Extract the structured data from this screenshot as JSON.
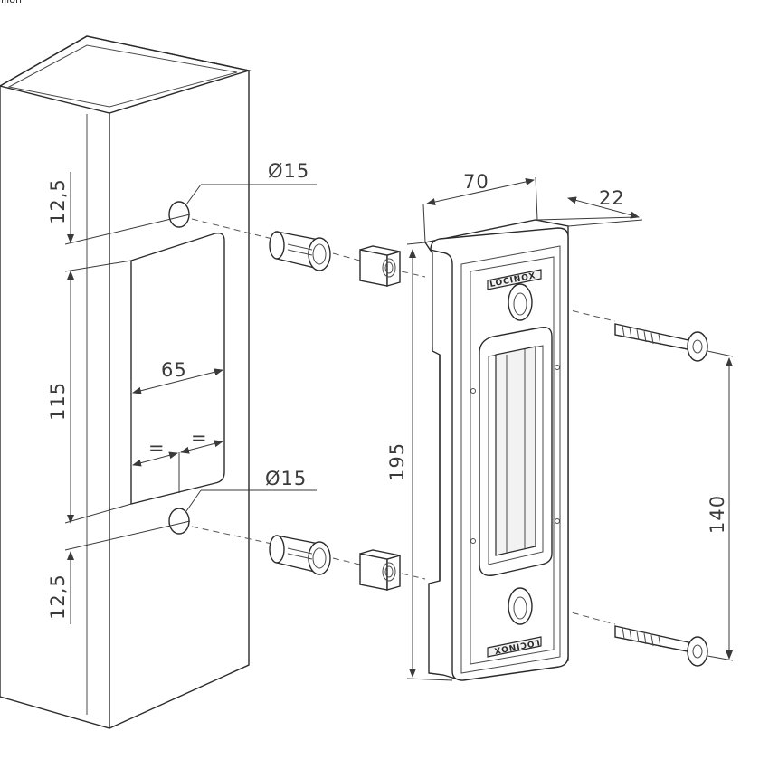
{
  "header_fragment": "illion",
  "brand_mark": "LOCINOX",
  "colors": {
    "line": "#2b2b2b",
    "background": "#ffffff",
    "dimension": "#3a3a3a"
  },
  "dimensions": {
    "hole_top_diameter": "Ø15",
    "hole_bottom_diameter": "Ø15",
    "top_offset": "12,5",
    "slot_height": "115",
    "bottom_offset": "12,5",
    "slot_width": "65",
    "equal_left": "=",
    "equal_right": "=",
    "keeper_height": "195",
    "keeper_width": "70",
    "keeper_depth": "22",
    "screw_spacing": "140"
  }
}
